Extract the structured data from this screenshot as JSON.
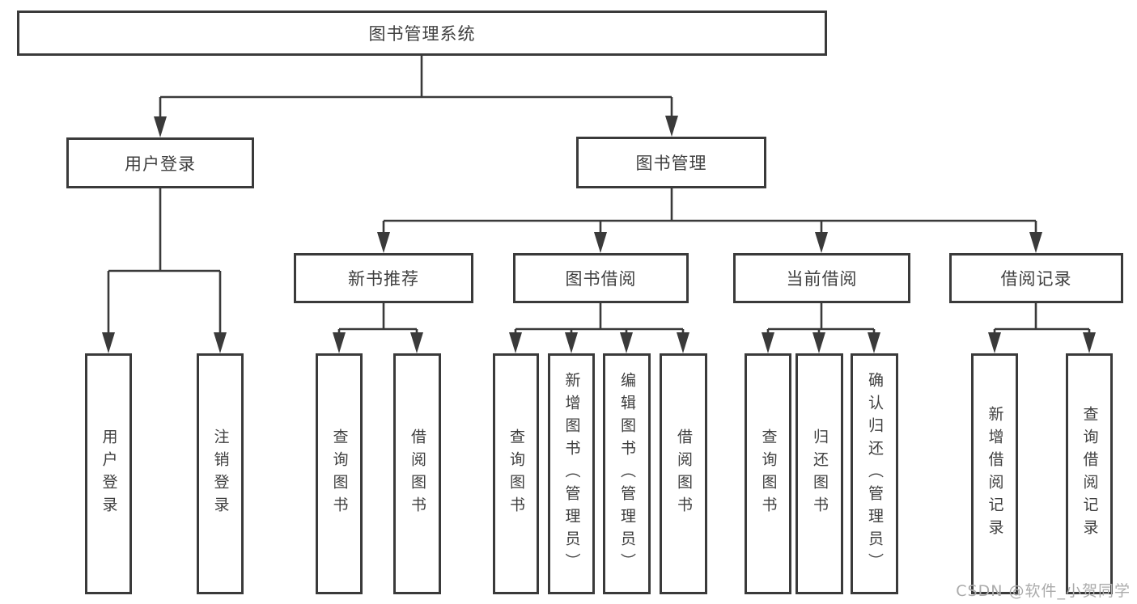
{
  "diagram": {
    "type": "tree",
    "direction": "top-down",
    "tree": {
      "label": "图书管理系统",
      "children": [
        {
          "label": "用户登录",
          "children": [
            {
              "label": "用户登录"
            },
            {
              "label": "注销登录"
            }
          ]
        },
        {
          "label": "图书管理",
          "children": [
            {
              "label": "新书推荐",
              "children": [
                {
                  "label": "查询图书"
                },
                {
                  "label": "借阅图书"
                }
              ]
            },
            {
              "label": "图书借阅",
              "children": [
                {
                  "label": "查询图书"
                },
                {
                  "label": "新增图书（管理员）"
                },
                {
                  "label": "编辑图书（管理员）"
                },
                {
                  "label": "借阅图书"
                }
              ]
            },
            {
              "label": "当前借阅",
              "children": [
                {
                  "label": "查询图书"
                },
                {
                  "label": "归还图书"
                },
                {
                  "label": "确认归还（管理员）"
                }
              ]
            },
            {
              "label": "借阅记录",
              "children": [
                {
                  "label": "新增借阅记录"
                },
                {
                  "label": "查询借阅记录"
                }
              ]
            }
          ]
        }
      ]
    }
  },
  "watermark": {
    "text": "CSDN @软件_小贺同学"
  },
  "colors": {
    "line": "#3a3a3a",
    "box_border": "#3a3a3a",
    "text": "#3f3f3f",
    "watermark": "#ababab",
    "background": "#ffffff"
  }
}
